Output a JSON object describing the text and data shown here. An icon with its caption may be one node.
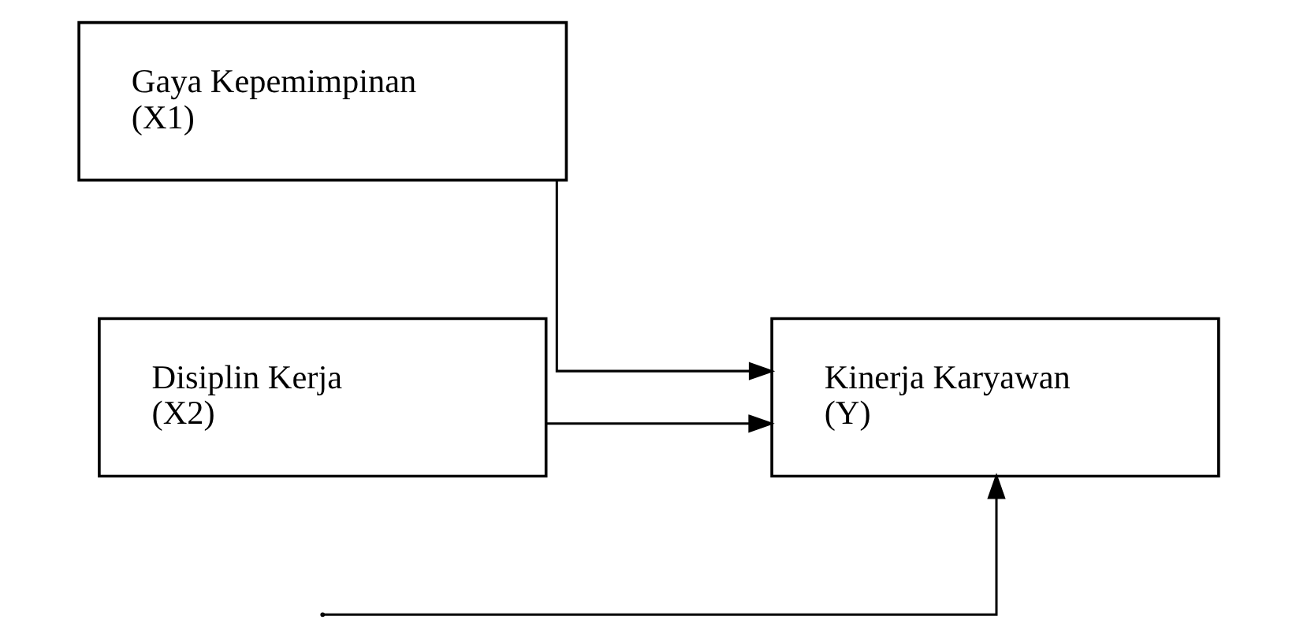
{
  "diagram": {
    "nodes": [
      {
        "text": [
          "Gaya Kepemimpinan",
          "(X1)"
        ]
      },
      {
        "text": [
          "Disiplin Kerja",
          "(X2)"
        ]
      },
      {
        "text": [
          "Kinerja Karyawan",
          "(Y)"
        ]
      }
    ],
    "edges": [
      {
        "from": null,
        "to": 2,
        "arrow": "to"
      },
      {
        "from": 0,
        "to": 2,
        "arrow": "to"
      },
      {
        "from": 1,
        "to": 2,
        "arrow": "to"
      }
    ]
  }
}
